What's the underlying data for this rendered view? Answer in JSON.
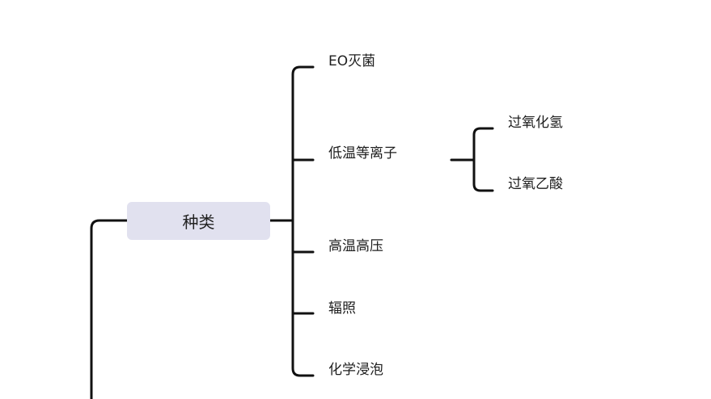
{
  "mindmap": {
    "central": {
      "label": "种类"
    },
    "branches": [
      {
        "label": "EO灭菌",
        "children": []
      },
      {
        "label": "低温等离子",
        "children": [
          "过氧化氢",
          "过氧乙酸"
        ]
      },
      {
        "label": "高温高压",
        "children": []
      },
      {
        "label": "辐照",
        "children": []
      },
      {
        "label": "化学浸泡",
        "children": []
      }
    ]
  },
  "colors": {
    "central_fill": "#e1e1ef",
    "connector": "#111111",
    "text": "#1e1e1e"
  }
}
